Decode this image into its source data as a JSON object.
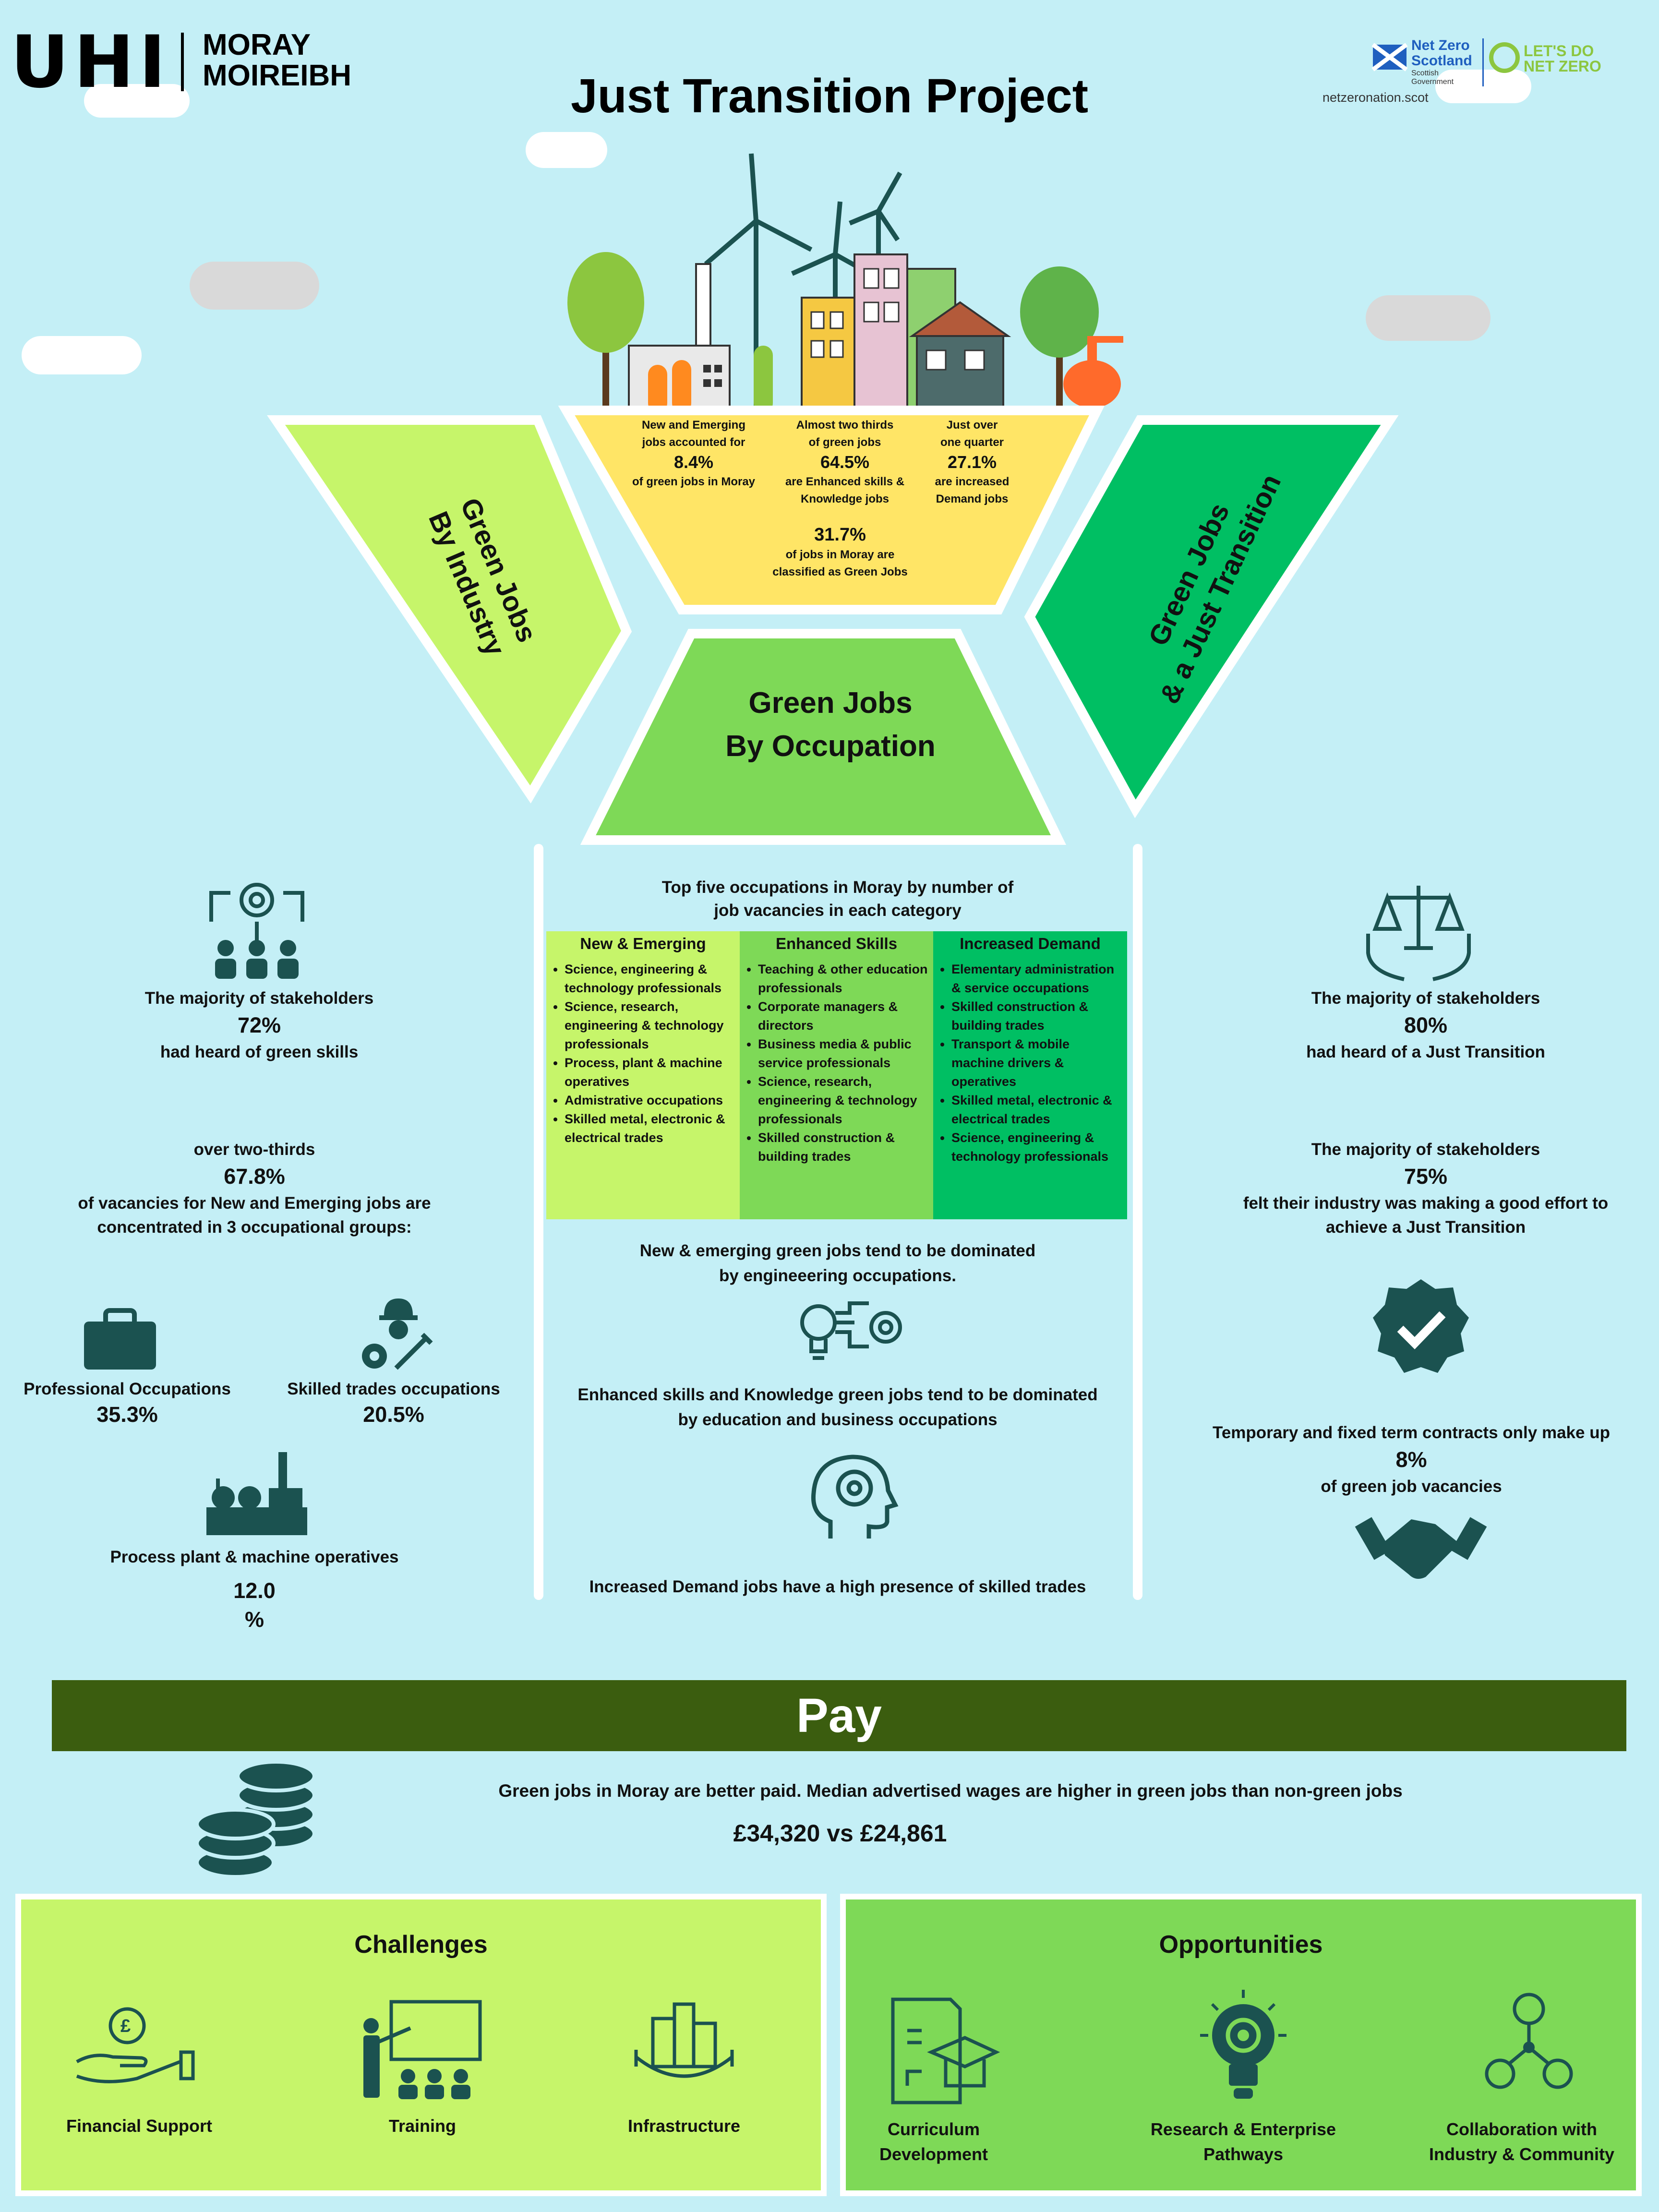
{
  "header": {
    "logo_uhi": "UHI",
    "logo_line1": "MORAY",
    "logo_line2": "MOIREIBH",
    "title": "Just Transition Project",
    "partner_nzs_line1": "Net Zero",
    "partner_nzs_line2": "Scotland",
    "partner_nzs_sub1": "Scottish",
    "partner_nzs_sub2": "Government",
    "partner_ldnz_line1": "LET'S DO",
    "partner_ldnz_line2": "NET ZERO",
    "partner_url": "netzeronation.scot"
  },
  "funnel": {
    "left_label_line1": "Green Jobs",
    "left_label_line2": "By Industry",
    "right_label_line1": "Green Jobs",
    "right_label_line2": "& a Just Transition",
    "center_label_line1": "Green Jobs",
    "center_label_line2": "By Occupation",
    "facts": [
      {
        "line1": "New and Emerging",
        "line2": "jobs accounted for",
        "value": "8.4%",
        "line3": "of green jobs in Moray",
        "line4": ""
      },
      {
        "line1": "Almost two thirds",
        "line2": "of green jobs",
        "value": "64.5%",
        "line3": "are Enhanced skills &",
        "line4": "Knowledge jobs"
      },
      {
        "line1": "Just over",
        "line2": "one quarter",
        "value": "27.1%",
        "line3": "are increased",
        "line4": "Demand jobs"
      }
    ],
    "bottom_fact": {
      "value": "31.7%",
      "line1": "of jobs in Moray are",
      "line2": "classified as Green Jobs"
    }
  },
  "left_column": {
    "stakeholders_line1": "The majority of stakeholders",
    "stakeholders_value": "72%",
    "stakeholders_line2": "had heard of green skills",
    "vacancies_line1": "over two-thirds",
    "vacancies_value": "67.8%",
    "vacancies_line2": "of vacancies for New and Emerging jobs are",
    "vacancies_line3": "concentrated in 3 occupational groups:",
    "groups": [
      {
        "label": "Professional Occupations",
        "value": "35.3%"
      },
      {
        "label": "Skilled trades occupations",
        "value": "20.5%"
      },
      {
        "label": "Process plant & machine operatives",
        "value_line1": "12.0",
        "value_line2": "%"
      }
    ]
  },
  "center_column": {
    "table_title_line1": "Top five occupations in Moray by number of",
    "table_title_line2": "job vacancies in each category",
    "columns": [
      {
        "header": "New & Emerging",
        "color": "#c6f56a",
        "items": [
          "Science, engineering & technology professionals",
          "Science, research, engineering & technology professionals",
          "Process, plant & machine operatives",
          "Admistrative occupations",
          "Skilled metal, electronic & electrical trades"
        ]
      },
      {
        "header": "Enhanced Skills",
        "color": "#7ed957",
        "items": [
          "Teaching & other education professionals",
          "Corporate managers & directors",
          "Business media & public service professionals",
          "Science, research, engineering & technology professionals",
          "Skilled construction & building trades"
        ]
      },
      {
        "header": "Increased Demand",
        "color": "#00bf63",
        "items": [
          "Elementary administration & service occupations",
          "Skilled construction & building trades",
          "Transport & mobile machine drivers & operatives",
          "Skilled metal, electronic & electrical trades",
          "Science, engineering & technology professionals"
        ]
      }
    ],
    "note1_line1": "New & emerging green jobs tend to be dominated",
    "note1_line2": "by engineeering occupations.",
    "note2_line1": "Enhanced skills and Knowledge green jobs tend to be dominated",
    "note2_line2": "by education and business occupations",
    "note3": "Increased Demand jobs have a high presence of skilled trades"
  },
  "right_column": {
    "jt_line1": "The majority of stakeholders",
    "jt_value": "80%",
    "jt_line2": "had heard of a Just Transition",
    "effort_line1": "The majority of stakeholders",
    "effort_value": "75%",
    "effort_line2": "felt their industry was making a good effort to",
    "effort_line3": "achieve a Just Transition",
    "contracts_line1": "Temporary and fixed term contracts only make up",
    "contracts_value": "8%",
    "contracts_line2": "of green job vacancies"
  },
  "pay": {
    "title": "Pay",
    "statement": "Green jobs in Moray are better paid. Median advertised wages are higher in green jobs than non-green jobs",
    "comparison": "£34,320 vs £24,861"
  },
  "challenges": {
    "title": "Challenges",
    "items": [
      "Financial Support",
      "Training",
      "Infrastructure"
    ]
  },
  "opportunities": {
    "title": "Opportunities",
    "items": [
      {
        "line1": "Curriculum",
        "line2": "Development"
      },
      {
        "line1": "Research & Enterprise",
        "line2": "Pathways"
      },
      {
        "line1": "Collaboration with",
        "line2": "Industry & Community"
      }
    ]
  },
  "colors": {
    "background": "#c4eff6",
    "light_green": "#c6f56a",
    "mid_green": "#7ed957",
    "bright_green": "#00bf63",
    "dark_green": "#3b5d0f",
    "yellow": "#ffe566",
    "teal_icon": "#1b5250"
  }
}
